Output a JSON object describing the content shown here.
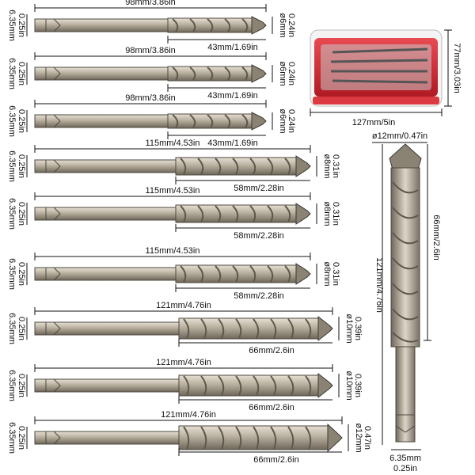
{
  "bits": [
    {
      "length": "98mm/3.86in",
      "shank_dia": "6.35mm",
      "shank_dia_in": "0.25in",
      "tip_dia": "ø6mm",
      "tip_dia_in": "0.24in",
      "flute": "43mm/1.69in"
    },
    {
      "length": "98mm/3.86in",
      "shank_dia": "6.35mm",
      "shank_dia_in": "0.25in",
      "tip_dia": "ø6mm",
      "tip_dia_in": "0.24in",
      "flute": "43mm/1.69in"
    },
    {
      "length": "98mm/3.86in",
      "shank_dia": "6.35mm",
      "shank_dia_in": "0.25in",
      "tip_dia": "ø6mm",
      "tip_dia_in": "0.24in",
      "flute": "43mm/1.69in"
    },
    {
      "length": "115mm/4.53in",
      "shank_dia": "6.35mm",
      "shank_dia_in": "0.25in",
      "tip_dia": "ø8mm",
      "tip_dia_in": "0.31in",
      "flute": "58mm/2.28in"
    },
    {
      "length": "115mm/4.53in",
      "shank_dia": "6.35mm",
      "shank_dia_in": "0.25in",
      "tip_dia": "ø8mm",
      "tip_dia_in": "0.31in",
      "flute": "58mm/2.28in"
    },
    {
      "length": "115mm/4.53in",
      "shank_dia": "6.35mm",
      "shank_dia_in": "0.25in",
      "tip_dia": "ø8mm",
      "tip_dia_in": "0.31in",
      "flute": "58mm/2.28in"
    },
    {
      "length": "121mm/4.76in",
      "shank_dia": "6.35mm",
      "shank_dia_in": "0.25in",
      "tip_dia": "ø10mm",
      "tip_dia_in": "0.39in",
      "flute": "66mm/2.6in"
    },
    {
      "length": "121mm/4.76in",
      "shank_dia": "6.35mm",
      "shank_dia_in": "0.25in",
      "tip_dia": "ø10mm",
      "tip_dia_in": "0.39in",
      "flute": "66mm/2.6in"
    },
    {
      "length": "121mm/4.76in",
      "shank_dia": "6.35mm",
      "shank_dia_in": "0.25in",
      "tip_dia": "ø12mm",
      "tip_dia_in": "0.47in",
      "flute": "66mm/2.6in"
    }
  ],
  "case": {
    "width": "127mm/5in",
    "height": "77mm/3.03in",
    "color": "#d7262f"
  },
  "vertical_bit": {
    "tip_dia": "ø12mm/0.47in",
    "length": "121mm/4.76in",
    "flute": "66mm/2.6in",
    "shank_dia": "6.35mm",
    "shank_dia_in": "0.25in"
  },
  "colors": {
    "metal_light": "#cfc8ba",
    "metal_mid": "#a39a89",
    "metal_dark": "#5e574c"
  }
}
